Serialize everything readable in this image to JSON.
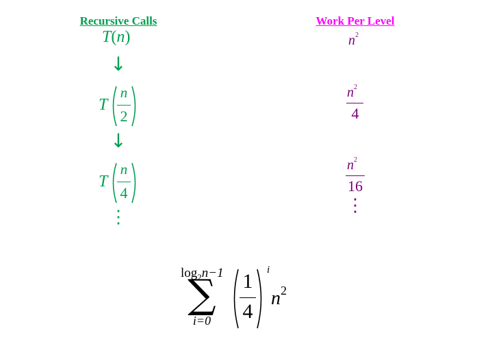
{
  "colors": {
    "calls": "#00a050",
    "work": "#7a007a",
    "work_header": "#ff00ff",
    "sum": "#000000"
  },
  "headers": {
    "calls": "Recursive Calls",
    "work": "Work Per Level"
  },
  "calls": {
    "root": {
      "fn": "T",
      "arg": "n"
    },
    "level1": {
      "fn": "T",
      "num": "n",
      "den": "2"
    },
    "level2": {
      "fn": "T",
      "num": "n",
      "den": "4"
    },
    "arrow": "↓",
    "dots": "⋮"
  },
  "work": {
    "level0": {
      "base": "n",
      "exp": "2"
    },
    "level1": {
      "num_base": "n",
      "num_exp": "2",
      "den": "4"
    },
    "level2": {
      "num_base": "n",
      "num_exp": "2",
      "den": "16"
    },
    "dots": "⋮"
  },
  "summation": {
    "symbol": "∑",
    "upper_log": "log",
    "upper_base": "2",
    "upper_rest": "n−1",
    "lower": "i=0",
    "frac_num": "1",
    "frac_den": "4",
    "frac_exp": "i",
    "term_base": "n",
    "term_exp": "2"
  }
}
